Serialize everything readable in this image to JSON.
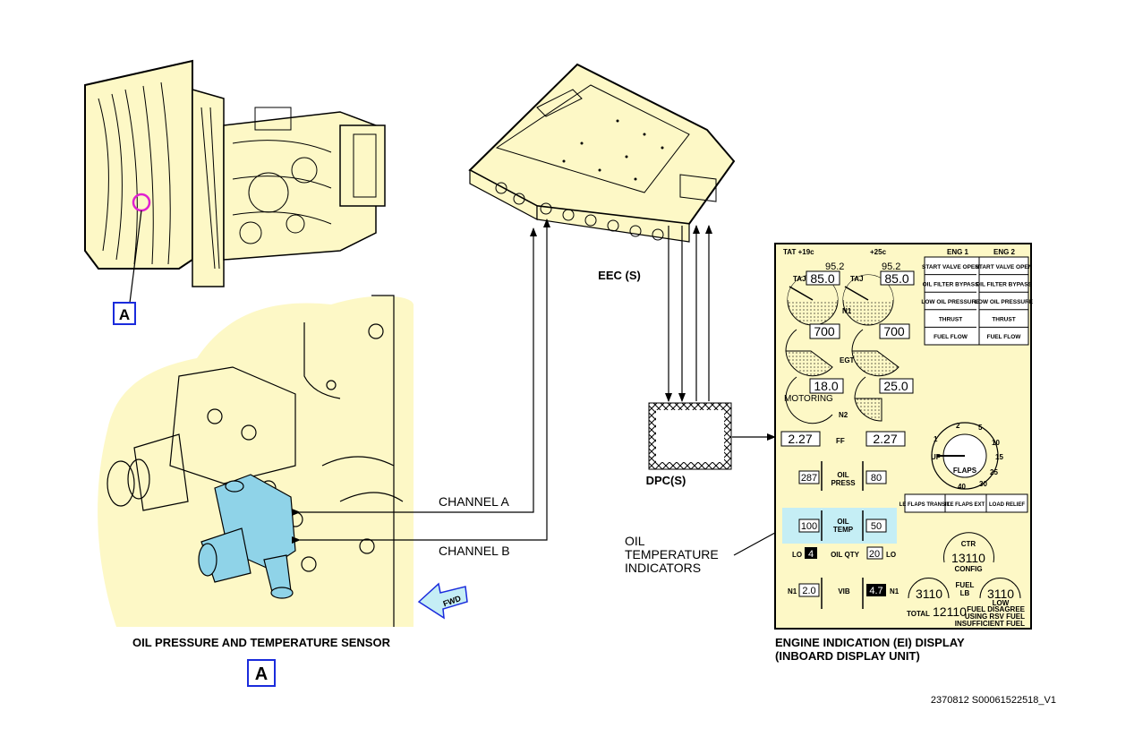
{
  "detail_ref": "A",
  "labels": {
    "eec": "EEC (S)",
    "dpc": "DPC(S)",
    "channel_a": "CHANNEL A",
    "channel_b": "CHANNEL B",
    "sensor_title": "OIL PRESSURE AND TEMPERATURE SENSOR",
    "oil_temp_indicators": [
      "OIL",
      "TEMPERATURE",
      "INDICATORS"
    ],
    "ei_title": [
      "ENGINE INDICATION (EI) DISPLAY",
      "(INBOARD DISPLAY UNIT)"
    ],
    "fwd": "FWD",
    "figure_ref": "2370812 S00061522518_V1"
  },
  "ei_display": {
    "tat": "TAT +19c",
    "tat2": "+25c",
    "eng1_header": "ENG 1",
    "eng2_header": "ENG 2",
    "alerts": [
      "START VALVE OPEN",
      "OIL FILTER BYPASS",
      "LOW OIL PRESSURE",
      "THRUST",
      "FUEL FLOW"
    ],
    "n1_ref": [
      "95.2",
      "95.2"
    ],
    "n1_values": [
      "85.0",
      "85.0"
    ],
    "taj": "TAJ",
    "n1_label": "N1",
    "egt_values": [
      "700",
      "700"
    ],
    "egt_label": "EGT",
    "n2_values": [
      "18.0",
      "25.0"
    ],
    "motoring": "MOTORING",
    "n2_label": "N2",
    "ff_values": [
      "2.27",
      "2.27"
    ],
    "ff_label": "FF",
    "oil_press_values": [
      "287",
      "80"
    ],
    "oil_press_label": [
      "OIL",
      "PRESS"
    ],
    "oil_temp_values": [
      "100",
      "50"
    ],
    "oil_temp_label": [
      "OIL",
      "TEMP"
    ],
    "oil_qty_label": "OIL QTY",
    "oil_qty_values": [
      "4",
      "20"
    ],
    "lo": "LO",
    "vib_label": "VIB",
    "vib_values": [
      "2.0",
      "4.7"
    ],
    "flaps_label": "FLAPS",
    "flaps_marks": [
      "1",
      "2",
      "5",
      "10",
      "15",
      "25",
      "30",
      "40",
      "UP"
    ],
    "flap_status": [
      "LE FLAPS TRANSIT",
      "LE FLAPS EXT",
      "LOAD RELIEF"
    ],
    "fuel": {
      "ctr_label": "CTR",
      "ctr_value": "13110",
      "config": "CONFIG",
      "left_value": "3110",
      "right_value": "3110",
      "fuel_lb": [
        "FUEL",
        "LB"
      ],
      "low": "LOW",
      "total_label": "TOTAL",
      "total_value": "12110",
      "msgs": [
        "FUEL DISAGREE",
        "USING RSV FUEL",
        "INSUFFICIENT FUEL"
      ]
    }
  },
  "colors": {
    "fill_beige": "#fdf8c6",
    "highlight_cyan": "#c5eef5",
    "callout_blue": "#1a2bdc",
    "sensor_blue": "#8fd3e8",
    "sensor_circle": "#e01fd0"
  }
}
